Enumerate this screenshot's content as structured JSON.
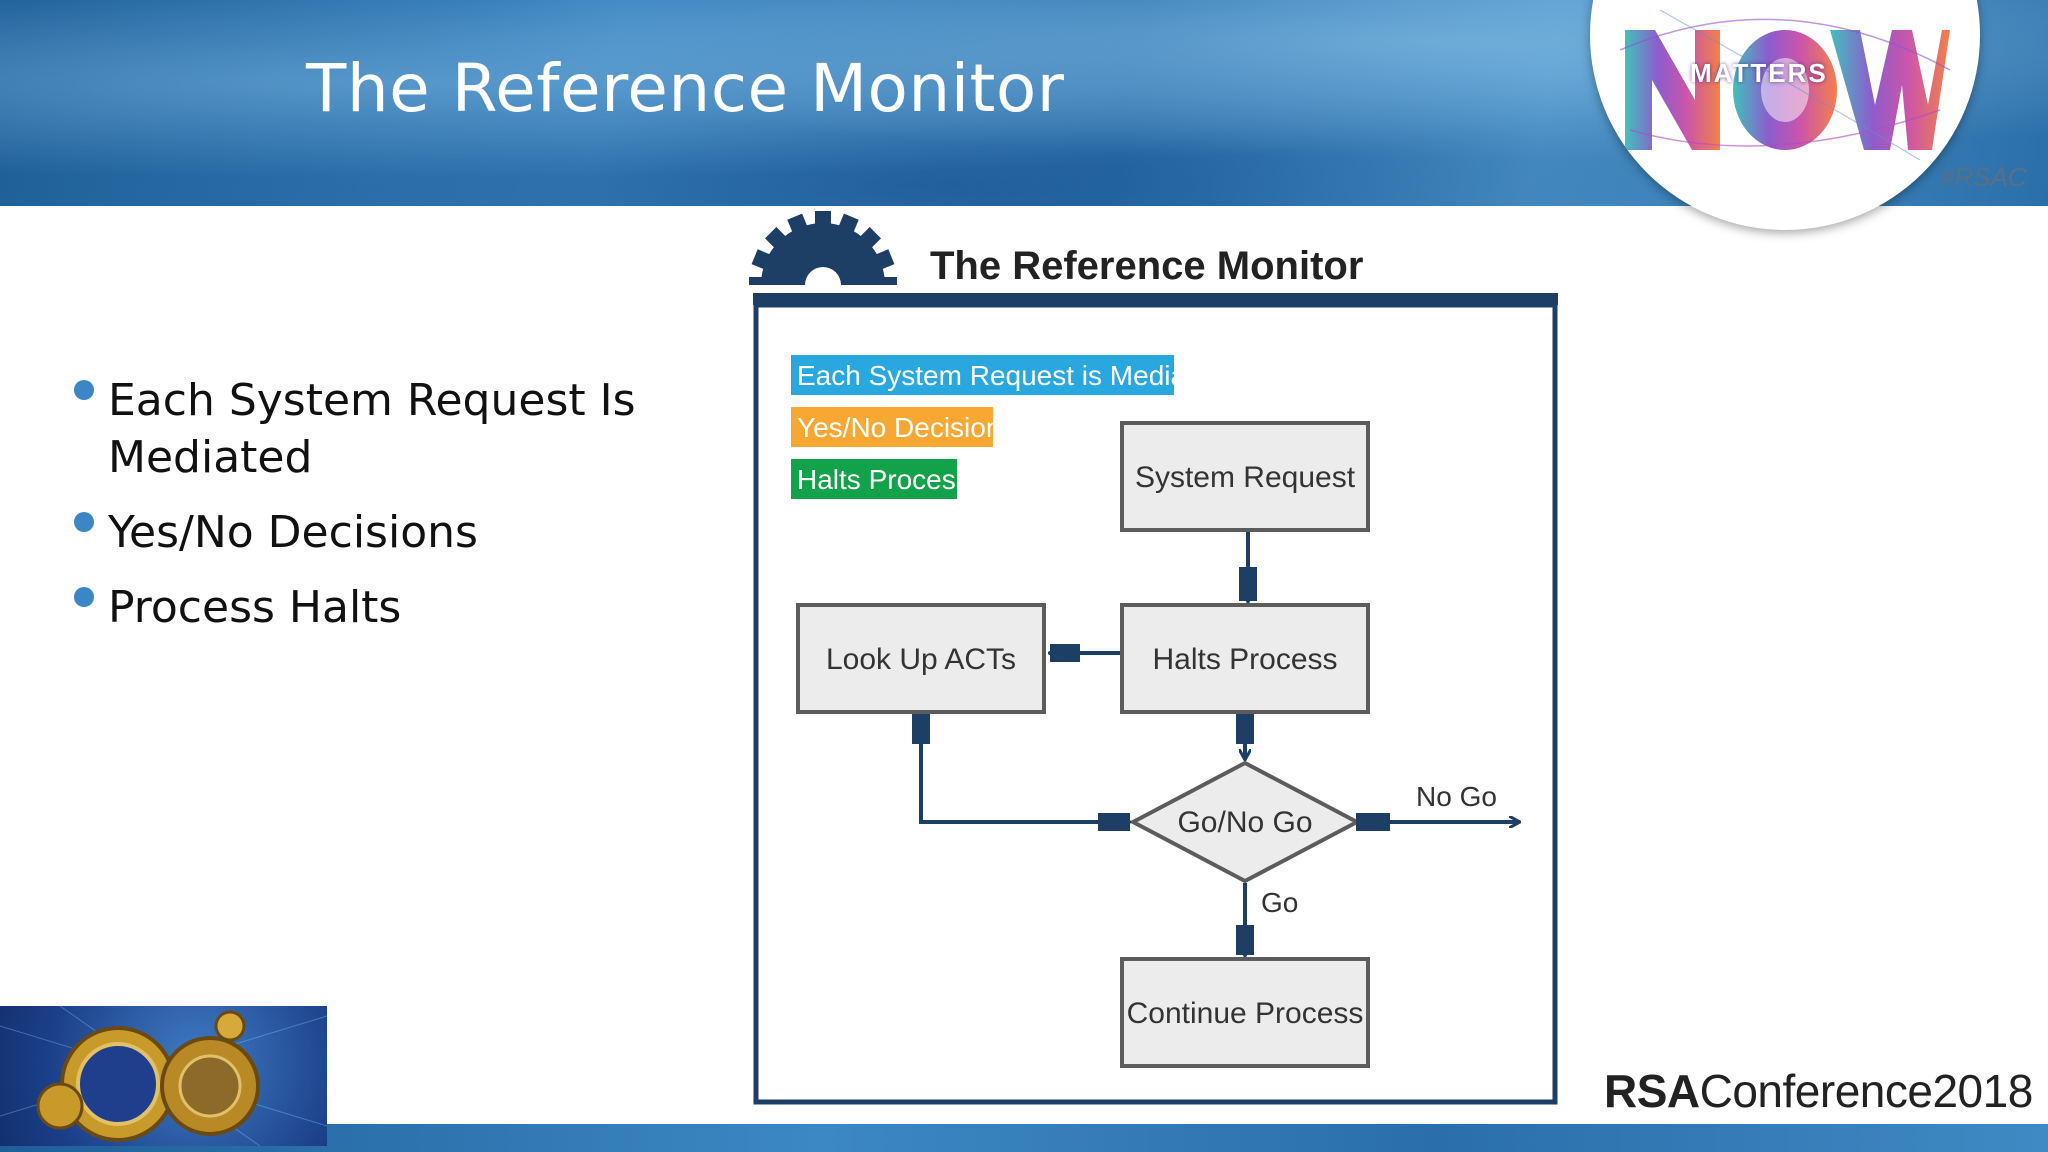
{
  "slide": {
    "title": "The Reference Monitor",
    "hashtag": "#RSAC",
    "badge_text": "MATTERS",
    "bullets": [
      "Each System Request Is Mediated",
      "Yes/No Decisions",
      "Process Halts"
    ],
    "footer_logo": {
      "brand": "RSA",
      "suffix": "Conference2018"
    }
  },
  "diagram": {
    "title": "The Reference Monitor",
    "legend": [
      {
        "label": "Each System Request is Mediated",
        "color": "#29a8e0"
      },
      {
        "label": "Yes/No Decisions",
        "color": "#f7a833"
      },
      {
        "label": "Halts Process",
        "color": "#12a24a"
      }
    ],
    "nodes": {
      "system_request": "System Request",
      "halts_process": "Halts Process",
      "look_up_acts": "Look Up ACTs",
      "decision": "Go/No Go",
      "continue_process": "Continue Process"
    },
    "edge_labels": {
      "no_go": "No Go",
      "go": "Go"
    }
  },
  "colors": {
    "navy": "#1d3f66",
    "box_fill": "#ececec",
    "box_stroke": "#5c5c5c",
    "bullet": "#3b86c6"
  },
  "icons": [
    "gear-icon"
  ]
}
